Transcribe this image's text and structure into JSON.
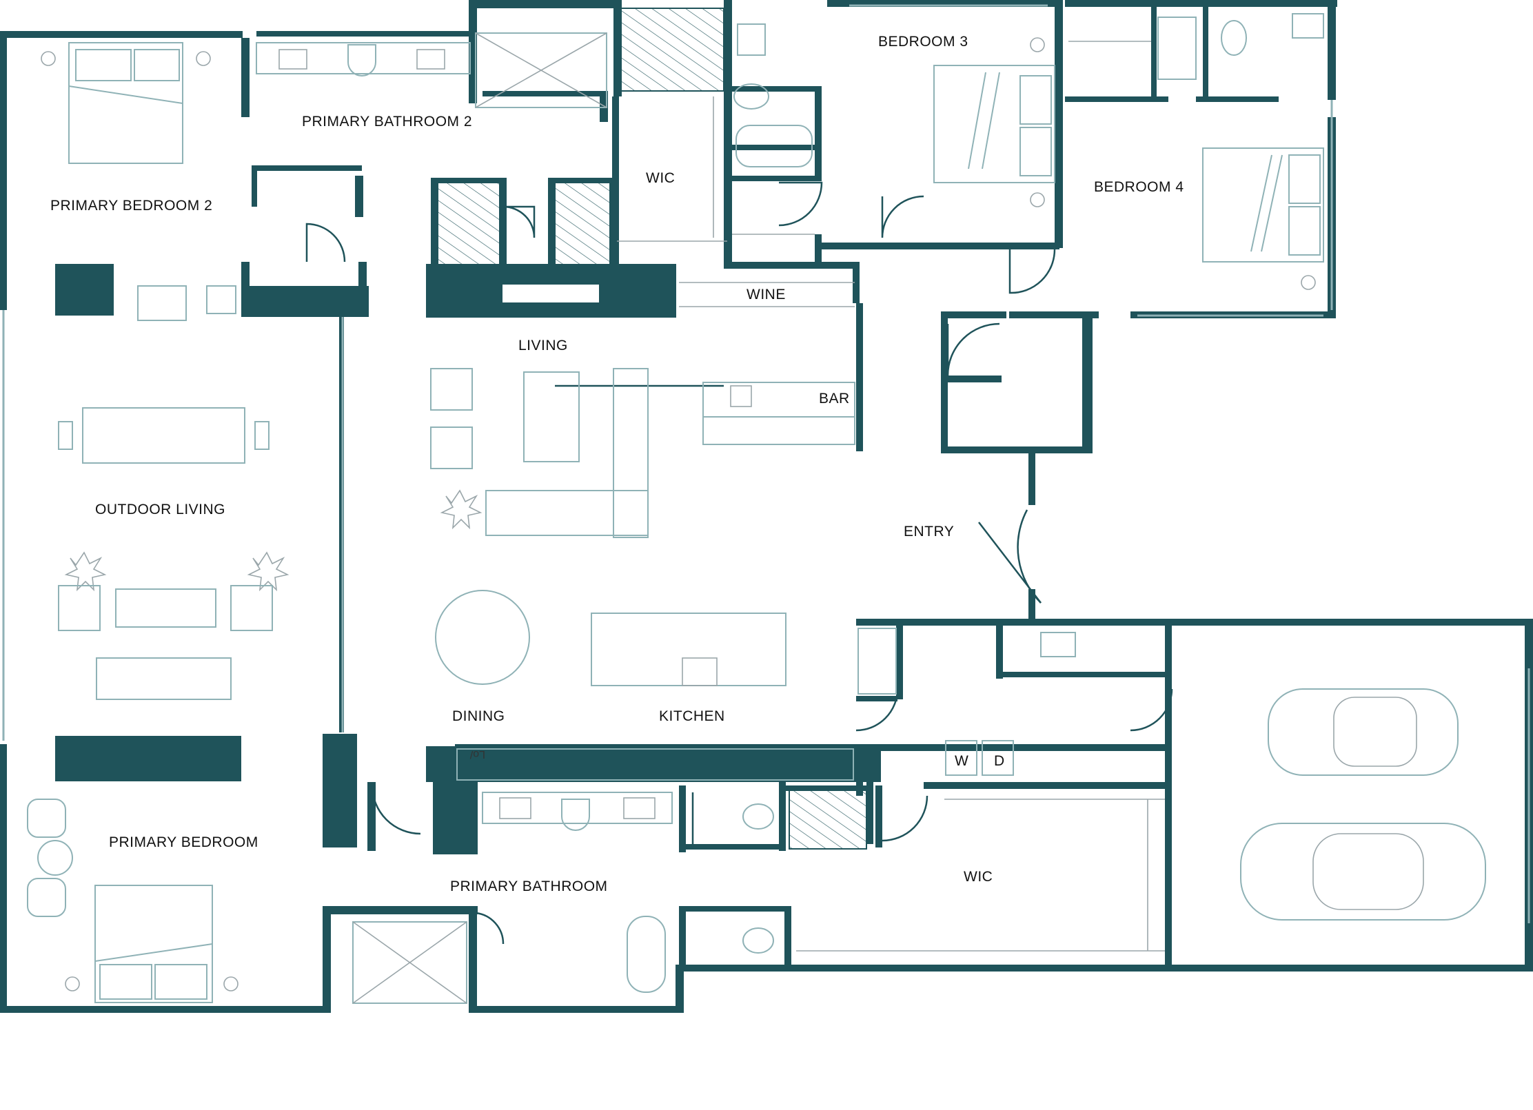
{
  "floor_plan": {
    "colors": {
      "wall": "#1f535a",
      "fixture": "#8fb2b6",
      "background": "#ffffff"
    },
    "rooms": {
      "primary_bedroom_2": "PRIMARY BEDROOM 2",
      "primary_bathroom_2": "PRIMARY BATHROOM 2",
      "wic_upper": "WIC",
      "bedroom_3": "BEDROOM 3",
      "bedroom_4": "BEDROOM 4",
      "wine": "WINE",
      "living": "LIVING",
      "bar": "BAR",
      "outdoor_living": "OUTDOOR LIVING",
      "entry": "ENTRY",
      "dining": "DINING",
      "kitchen": "KITCHEN",
      "primary_bedroom": "PRIMARY BEDROOM",
      "primary_bathroom": "PRIMARY BATHROOM",
      "wic_lower": "WIC"
    },
    "appliances": {
      "washer": "W",
      "dryer": "D",
      "range": "Lo/"
    },
    "icons": [
      "toilet-icon",
      "sink-icon",
      "bathtub-icon",
      "shower-icon",
      "bed-icon",
      "sofa-icon",
      "dining-table-icon",
      "car-icon",
      "plant-icon",
      "fireplace-icon"
    ]
  }
}
